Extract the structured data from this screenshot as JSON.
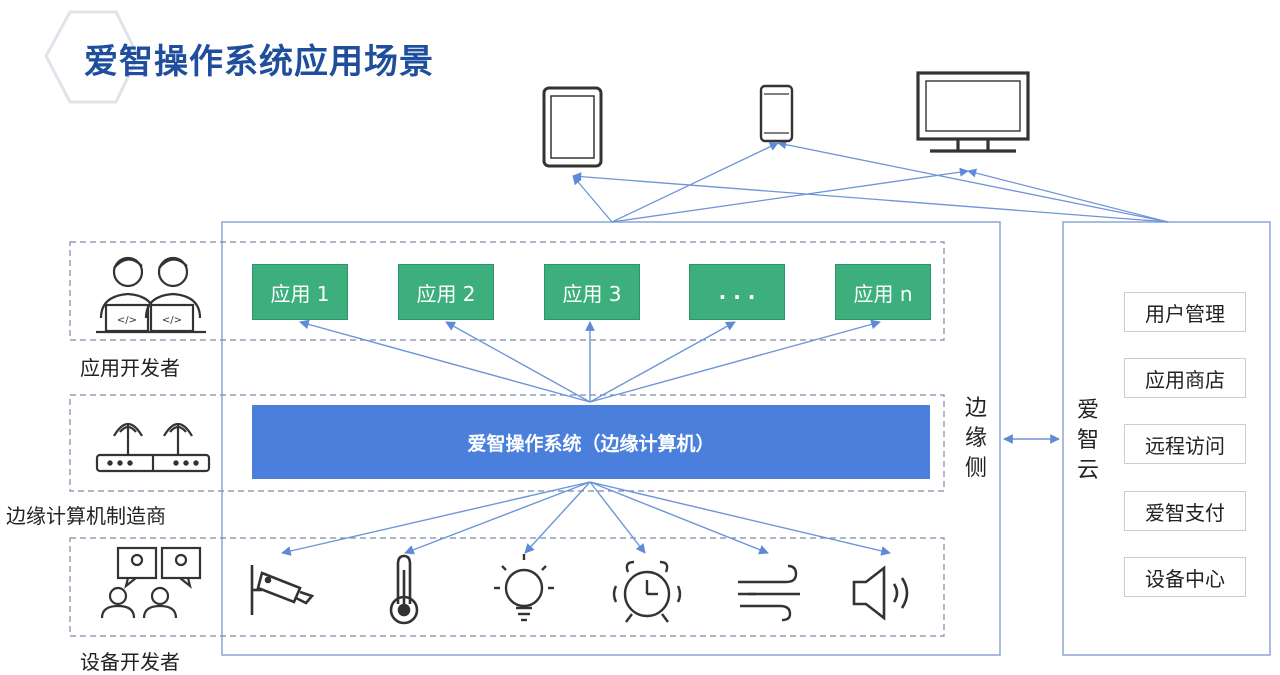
{
  "title": "爱智操作系统应用场景",
  "apps": [
    "应用 1",
    "应用 2",
    "应用 3",
    ". . .",
    "应用 n"
  ],
  "os_bar": "爱智操作系统（边缘计算机）",
  "roles": {
    "app_dev": "应用开发者",
    "edge_maker": "边缘计算机制造商",
    "device_dev": "设备开发者"
  },
  "edge_side": "边缘侧",
  "cloud": {
    "label": "爱智云",
    "items": [
      "用户管理",
      "应用商店",
      "远程访问",
      "爱智支付",
      "设备中心"
    ]
  },
  "terminal_devices": [
    "tablet-icon",
    "phone-icon",
    "monitor-icon"
  ],
  "sensor_devices": [
    "camera-icon",
    "thermometer-icon",
    "light-bulb-icon",
    "alarm-clock-icon",
    "wind-icon",
    "speaker-icon"
  ],
  "colors": {
    "title": "#1f4e9c",
    "app_green": "#3daf7c",
    "os_blue": "#4a7fdb",
    "arrow": "#6d95d8",
    "frame": "#8aa6d6"
  }
}
